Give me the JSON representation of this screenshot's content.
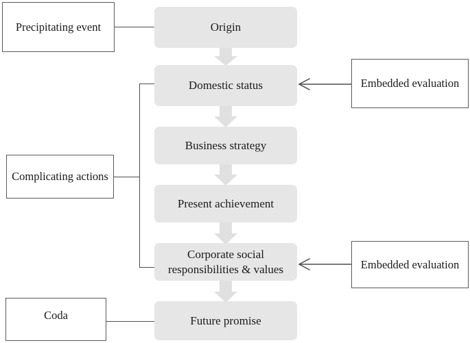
{
  "diagram": {
    "title": "Corporate narrative structure flow diagram",
    "colors": {
      "flow_box_fill": "#e6e6e6",
      "side_box_border": "#595959",
      "connector_line": "#4d4d4d",
      "block_arrow_fill": "#e0e0e0",
      "text": "#1a1a1a",
      "background": "#ffffff"
    },
    "flow_nodes": [
      {
        "id": "origin",
        "label": "Origin"
      },
      {
        "id": "domestic-status",
        "label": "Domestic status"
      },
      {
        "id": "business-strategy",
        "label": "Business strategy"
      },
      {
        "id": "present-achievement",
        "label": "Present achievement"
      },
      {
        "id": "csr-values",
        "label": "Corporate social responsibilities & values"
      },
      {
        "id": "future-promise",
        "label": "Future promise"
      }
    ],
    "left_nodes": [
      {
        "id": "precipitating-event",
        "label": "Precipitating event"
      },
      {
        "id": "complicating-actions",
        "label": "Complicating actions"
      },
      {
        "id": "coda",
        "label": "Coda"
      }
    ],
    "right_nodes": [
      {
        "id": "embedded-evaluation-1",
        "label": "Embedded evaluation"
      },
      {
        "id": "embedded-evaluation-2",
        "label": "Embedded evaluation"
      }
    ],
    "connectors": [
      {
        "id": "precipitating-to-origin",
        "type": "line",
        "from": "precipitating-event",
        "to": "origin"
      },
      {
        "id": "complicating-to-bracket",
        "type": "line",
        "from": "complicating-actions",
        "to": "bracket"
      },
      {
        "id": "coda-to-future-promise",
        "type": "line",
        "from": "coda",
        "to": "future-promise"
      },
      {
        "id": "bracket-domestic-to-csr",
        "type": "bracket",
        "from": "domestic-status",
        "to": "csr-values"
      },
      {
        "id": "eval1-to-domestic-status",
        "type": "arrow",
        "from": "embedded-evaluation-1",
        "to": "domestic-status"
      },
      {
        "id": "eval2-to-csr",
        "type": "arrow",
        "from": "embedded-evaluation-2",
        "to": "csr-values"
      },
      {
        "id": "origin-to-domestic",
        "type": "block-arrow-down",
        "from": "origin",
        "to": "domestic-status"
      },
      {
        "id": "domestic-to-business",
        "type": "block-arrow-down",
        "from": "domestic-status",
        "to": "business-strategy"
      },
      {
        "id": "business-to-present",
        "type": "block-arrow-down",
        "from": "business-strategy",
        "to": "present-achievement"
      },
      {
        "id": "present-to-csr",
        "type": "block-arrow-down",
        "from": "present-achievement",
        "to": "csr-values"
      },
      {
        "id": "csr-to-future",
        "type": "block-arrow-down",
        "from": "csr-values",
        "to": "future-promise"
      }
    ]
  }
}
